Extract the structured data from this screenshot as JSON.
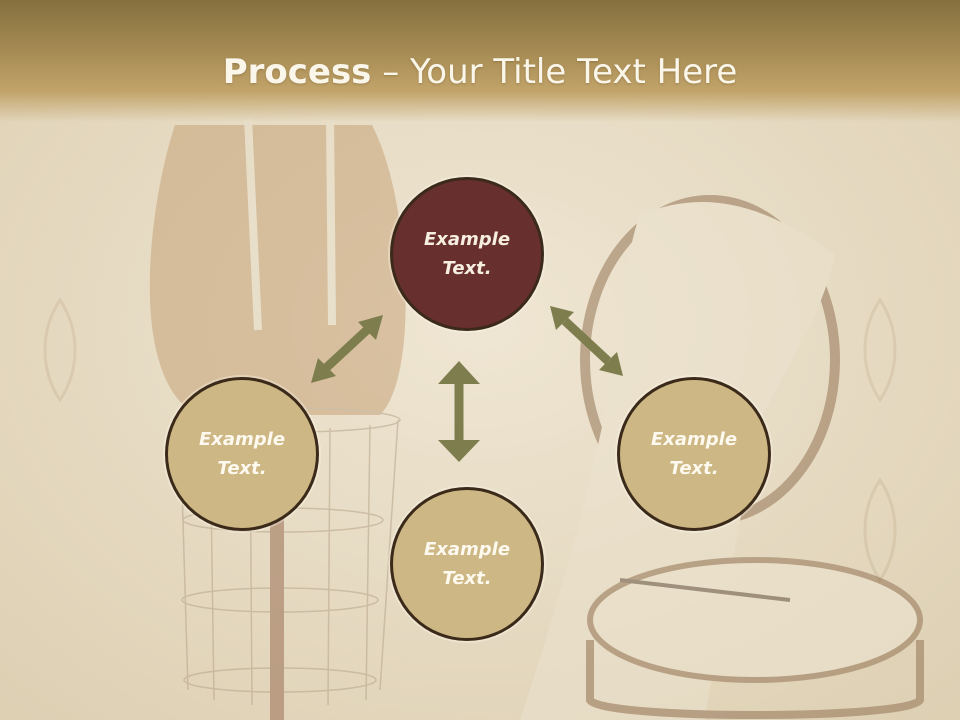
{
  "title": {
    "bold": "Process",
    "rest": " – Your Title Text Here"
  },
  "nodes": [
    {
      "label": "Example\nText."
    },
    {
      "label": "Example\nText."
    },
    {
      "label": "Example\nText."
    },
    {
      "label": "Example\nText."
    }
  ],
  "colors": {
    "accent_node": "#682f2f",
    "node_fill": "#cdb784",
    "accent_text": "#f6eee0",
    "node_text": "#fdf9ef",
    "arrow": "#7e7d4e",
    "title_bar": "#a88d55"
  }
}
